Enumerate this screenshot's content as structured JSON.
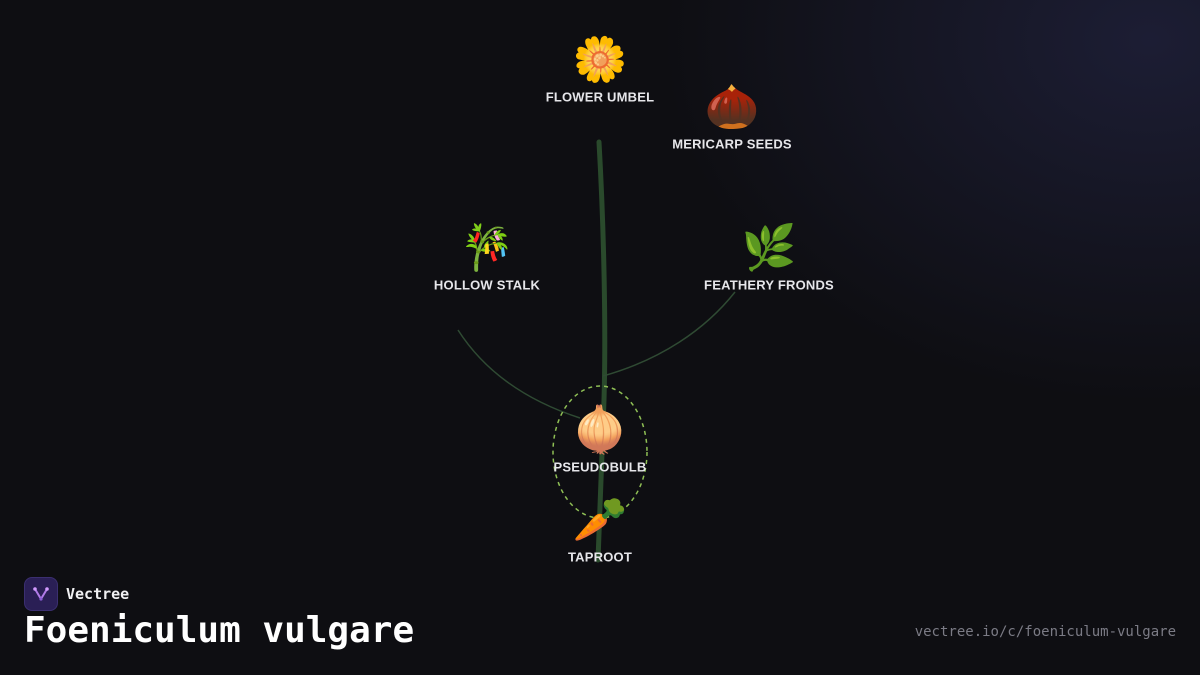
{
  "diagram": {
    "nodes": {
      "flower_umbel": {
        "label": "FLOWER UMBEL",
        "icon": "flower-icon",
        "glyph": "🌼"
      },
      "mericarp_seeds": {
        "label": "MERICARP SEEDS",
        "icon": "seed-icon",
        "glyph": "🌰"
      },
      "hollow_stalk": {
        "label": "HOLLOW STALK",
        "icon": "stalk-icon",
        "glyph": "🎋"
      },
      "feathery_fronds": {
        "label": "FEATHERY FRONDS",
        "icon": "herb-icon",
        "glyph": "🌿"
      },
      "pseudobulb": {
        "label": "PSEUDOBULB",
        "icon": "onion-icon",
        "glyph": "🧅"
      },
      "taproot": {
        "label": "TAPROOT",
        "icon": "carrot-icon",
        "glyph": "🥕"
      }
    },
    "colors": {
      "stem": "#2a4a2c",
      "branch": "#2f4a33",
      "highlight_ring": "#8fbf55",
      "background": "#0e0e12"
    }
  },
  "footer": {
    "brand_name": "Vectree",
    "brand_icon": "vectree-logo-icon",
    "title": "Foeniculum vulgare",
    "url": "vectree.io/c/foeniculum-vulgare"
  }
}
